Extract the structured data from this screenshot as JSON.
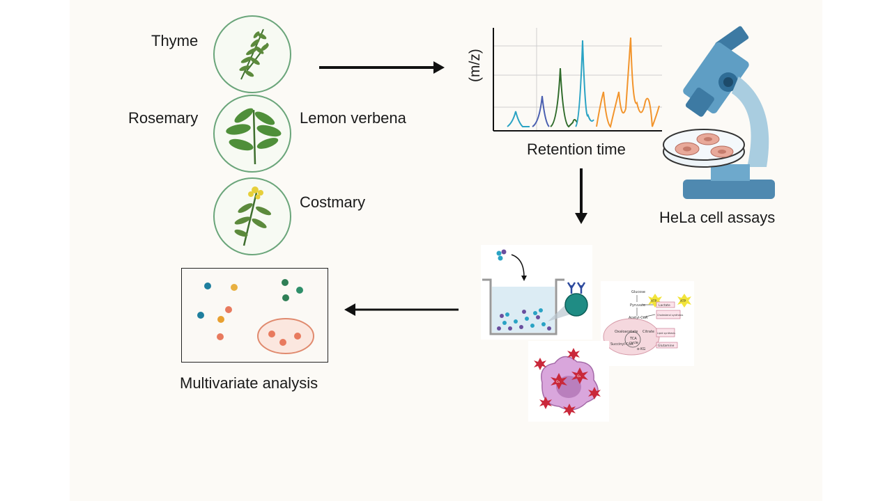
{
  "plants": {
    "thyme": "Thyme",
    "rosemary": "Rosemary",
    "lemon_verbena": "Lemon verbena",
    "costmary": "Costmary"
  },
  "chromatogram": {
    "ylabel": "(m/z)",
    "xlabel": "Retention time"
  },
  "assay": {
    "label": "HeLa cell assays"
  },
  "analysis": {
    "label": "Multivariate analysis"
  },
  "metabolism": {
    "glucose": "Glucose",
    "pyruvate": "Pyruvate",
    "acetyl_coa": "Acetyl-CoA",
    "oxaloacetate": "Oxaloacetate",
    "citrate": "Citrate",
    "tca": "TCA",
    "cycle": "cycle",
    "succinyl_coa": "Succinyl-CoA",
    "akg": "α-KG",
    "atp": "ATP",
    "lactate": "Lactate",
    "cholesterol": "Cholesterol synthesis",
    "lipid": "Lipid synthesis",
    "glutamine": "Glutamine"
  },
  "ros": {
    "symbol": "O₂"
  },
  "colors": {
    "circle_border": "#6aa57a",
    "leaf_green": "#4f8f3a",
    "peak_teal": "#2aa3c4",
    "peak_blue": "#4a5fb0",
    "peak_green": "#2f6b2a",
    "peak_orange": "#f2942c",
    "microscope_blue": "#5f9ec4",
    "petri_cell": "#e8a99a"
  }
}
